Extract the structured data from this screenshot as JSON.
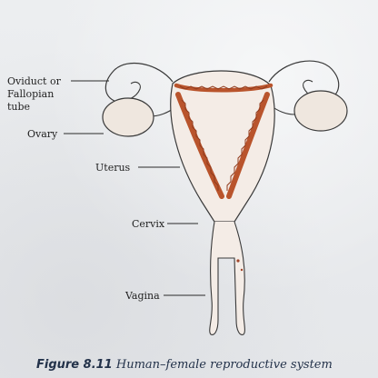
{
  "labels": {
    "oviduct": "Oviduct or\nFallopian\ntube",
    "ovary": "Ovary",
    "uterus": "Uterus",
    "cervix": "Cervix",
    "vagina": "Vagina"
  },
  "caption": {
    "figure_number": "Figure 8.11",
    "title": "Human–female reproductive system"
  },
  "colors": {
    "tissue_fill": "#f4ece6",
    "outline": "#3a3a3a",
    "uterine_lining": "#b9542c",
    "caption_text": "#23324a"
  }
}
